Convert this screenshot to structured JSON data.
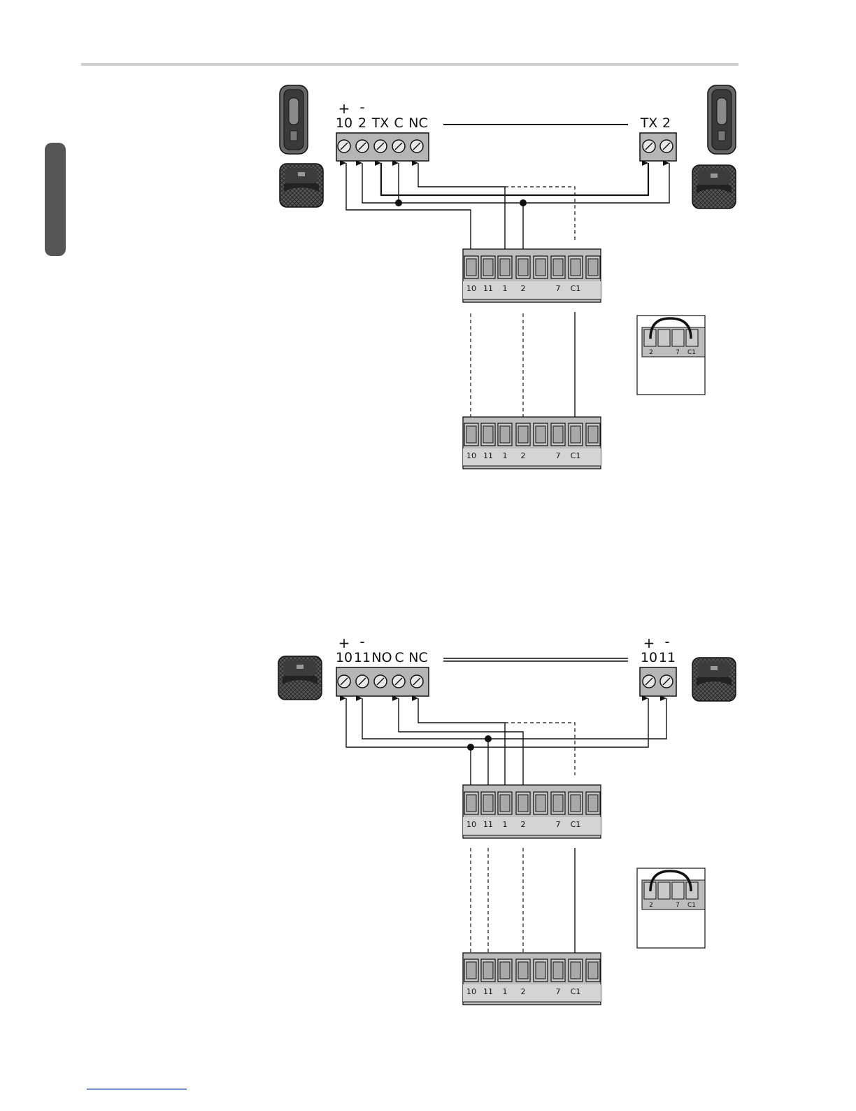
{
  "diagram1": {
    "tx_terminal_labels": [
      "10",
      "2",
      "TX",
      "C",
      "NC"
    ],
    "tx_terminal_signs": [
      "+",
      "-"
    ],
    "rx_terminal_labels": [
      "TX",
      "2"
    ],
    "board_terminal_labels": [
      "10",
      "11",
      "1",
      "2",
      "7",
      "C1"
    ],
    "inset_terminal_labels": [
      "2",
      "7",
      "C1"
    ]
  },
  "diagram2": {
    "tx_terminal_labels": [
      "10",
      "11",
      "NO",
      "C",
      "NC"
    ],
    "tx_terminal_signs": [
      "+",
      "-"
    ],
    "rx_terminal_labels": [
      "10",
      "11"
    ],
    "rx_terminal_signs": [
      "+",
      "-"
    ],
    "board_terminal_labels": [
      "10",
      "11",
      "1",
      "2",
      "7",
      "C1"
    ],
    "inset_terminal_labels": [
      "2",
      "7",
      "C1"
    ]
  },
  "colors": {
    "line": "#111111",
    "terminal_fill": "#b5b5b5",
    "device_dark": "#4a4a4a",
    "side_tab": "#555555",
    "rule": "#cfcfcf",
    "footer_rule": "#2a4aa8"
  },
  "icons": [
    "photocell-device-icon",
    "screw-terminal-icon",
    "jumper-icon"
  ]
}
